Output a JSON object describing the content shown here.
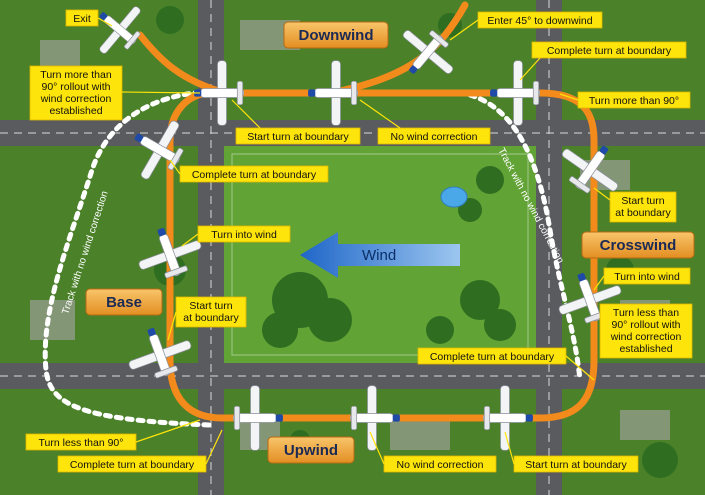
{
  "legs": {
    "downwind": "Downwind",
    "crosswind": "Crosswind",
    "base": "Base",
    "upwind": "Upwind"
  },
  "wind_label": "Wind",
  "tracks": {
    "right": "Track with no wind correction",
    "left": "Track with no wind correction"
  },
  "callouts": {
    "exit": "Exit",
    "enter_45": "Enter 45° to downwind",
    "turn_more_90_rollout": [
      "Turn more than",
      "90° rollout with",
      "wind correction",
      "established"
    ],
    "start_turn_boundary_top": "Start turn at boundary",
    "no_wind_correction_top": "No wind correction",
    "complete_turn_boundary_top_right": "Complete turn at boundary",
    "turn_more_90": "Turn more than 90°",
    "complete_turn_boundary_left_top": "Complete turn at boundary",
    "start_turn_boundary_right": [
      "Start turn",
      "at boundary"
    ],
    "turn_into_wind_left": "Turn into wind",
    "turn_into_wind_right": "Turn into wind",
    "start_turn_boundary_left": [
      "Start turn",
      "at boundary"
    ],
    "turn_less_90_rollout": [
      "Turn less than",
      "90° rollout with",
      "wind correction",
      "established"
    ],
    "complete_turn_boundary_bottom_right": "Complete turn at boundary",
    "turn_less_90": "Turn less than 90°",
    "complete_turn_boundary_bottom_left": "Complete turn at boundary",
    "no_wind_correction_bottom": "No wind correction",
    "start_turn_boundary_bottom": "Start turn at boundary"
  },
  "colors": {
    "grass": "#4f8a2c",
    "field": "#6fae3a",
    "road": "#5a5a5a",
    "track_orange": "#f38a1e",
    "callout_yellow": "#fde40a",
    "leg_label": "#f2a93b",
    "wind_arrow": "#2a78d6",
    "dotted_track": "#ffffff"
  }
}
